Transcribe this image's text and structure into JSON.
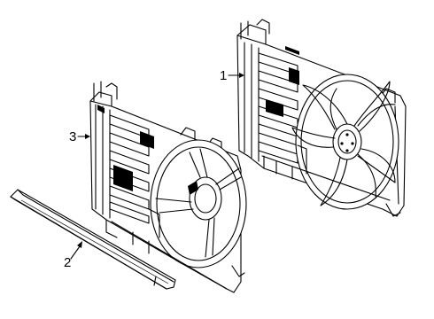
{
  "diagram": {
    "callouts": [
      {
        "id": "1",
        "label": "1",
        "part": "fan-shroud-assembly-rear"
      },
      {
        "id": "2",
        "label": "2",
        "part": "air-deflector-strip"
      },
      {
        "id": "3",
        "label": "3",
        "part": "fan-shroud-front"
      }
    ]
  }
}
